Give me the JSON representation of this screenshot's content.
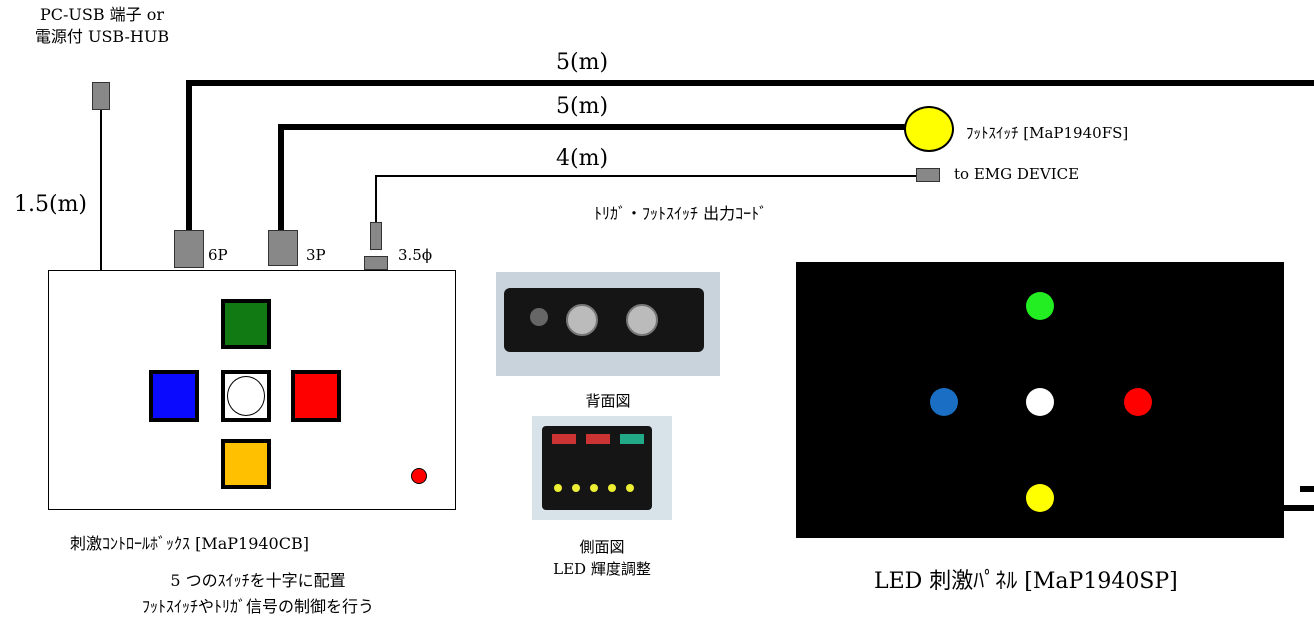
{
  "top_left_label": {
    "line1": "PC-USB 端子 or",
    "line2": "電源付 USB-HUB"
  },
  "cables": {
    "usb_length": "1.5(m)",
    "panel_length": "5(m)",
    "foot_length": "5(m)",
    "trigger_length": "4(m)"
  },
  "connectors": {
    "six_pin": "6P",
    "three_pin": "3P",
    "phone_jack": "3.5ϕ"
  },
  "foot_switch": {
    "label": "ﾌｯﾄｽｲｯﾁ  [MaP1940FS]",
    "color": "#ffff00"
  },
  "trigger_out": {
    "label": "to EMG DEVICE",
    "cord_caption": "ﾄﾘｶﾞ・ﾌｯﾄｽｲｯﾁ  出力ｺｰﾄﾞ"
  },
  "control_box": {
    "caption": "刺激ｺﾝﾄﾛｰﾙﾎﾞｯｸｽ  [MaP1940CB]",
    "desc_line1": "5 つのｽｲｯﾁを十字に配置",
    "desc_line2": "ﾌｯﾄｽｲｯﾁやﾄﾘｶﾞ信号の制御を行う",
    "switch_colors": {
      "top": "#127a12",
      "left": "#0a0aff",
      "center": "#ffffff",
      "right": "#ff0000",
      "bottom": "#ffc000"
    },
    "indicator_color": "#ff0000"
  },
  "photos": {
    "back_caption": "背面図",
    "side_caption_line1": "側面図",
    "side_caption_line2": "LED 輝度調整"
  },
  "led_panel": {
    "caption": "LED 刺激ﾊﾟﾈﾙ  [MaP1940SP]",
    "led_colors": {
      "top": "#22ee22",
      "left": "#1a6fc4",
      "center": "#ffffff",
      "right": "#ff0000",
      "bottom": "#ffff00"
    }
  }
}
